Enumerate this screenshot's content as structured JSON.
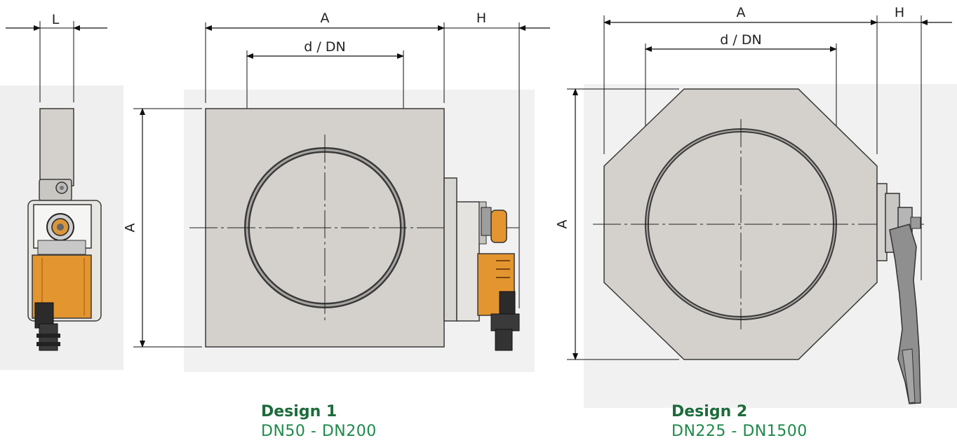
{
  "labels": {
    "side_width": "L",
    "d1_overall_width": "A",
    "d1_bore": "d / DN",
    "d1_actuator_depth": "H",
    "d1_overall_height": "A",
    "d2_overall_width": "A",
    "d2_bore": "d / DN",
    "d2_lever_depth": "H",
    "d2_overall_height": "A"
  },
  "captions": {
    "design1": {
      "title": "Design 1",
      "range": "DN50 - DN200"
    },
    "design2": {
      "title": "Design 2",
      "range": "DN225 - DN1500"
    }
  },
  "colors": {
    "housing_fill": "#d4d1cc",
    "housing_stroke": "#3a3a3a",
    "actuator_orange": "#e3952f",
    "lever_gray": "#8f8f8f",
    "caption_green": "#1d6b3b",
    "background_panel": "#efefef"
  }
}
